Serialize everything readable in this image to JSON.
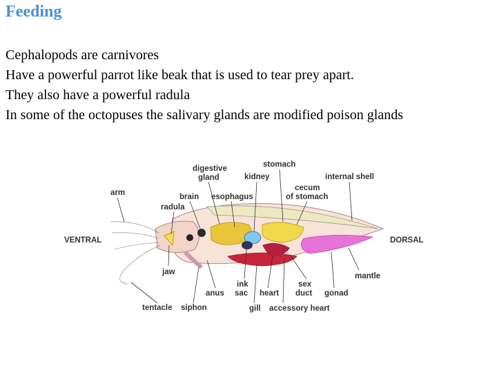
{
  "slide": {
    "title": "Feeding",
    "bullets": [
      "Cephalopods are carnivores",
      "Have a powerful parrot like beak that is used to tear prey apart.",
      "They also have a powerful radula",
      "In some of the octopuses the salivary glands are modified poison glands"
    ]
  },
  "diagram": {
    "labels": {
      "digestive_gland": [
        "digestive",
        "gland"
      ],
      "stomach": "stomach",
      "kidney": "kidney",
      "internal_shell": "internal shell",
      "arm": "arm",
      "brain": "brain",
      "esophagus": "esophagus",
      "cecum": [
        "cecum",
        "of stomach"
      ],
      "radula": "radula",
      "ventral": "VENTRAL",
      "dorsal": "DORSAL",
      "jaw": "jaw",
      "mantle": "mantle",
      "ink_sac": [
        "ink",
        "sac"
      ],
      "sex_duct": [
        "sex",
        "duct"
      ],
      "anus": "anus",
      "heart": "heart",
      "gonad": "gonad",
      "tentacle": "tentacle",
      "siphon": "siphon",
      "gill": "gill",
      "accessory_heart": "accessory heart"
    }
  }
}
